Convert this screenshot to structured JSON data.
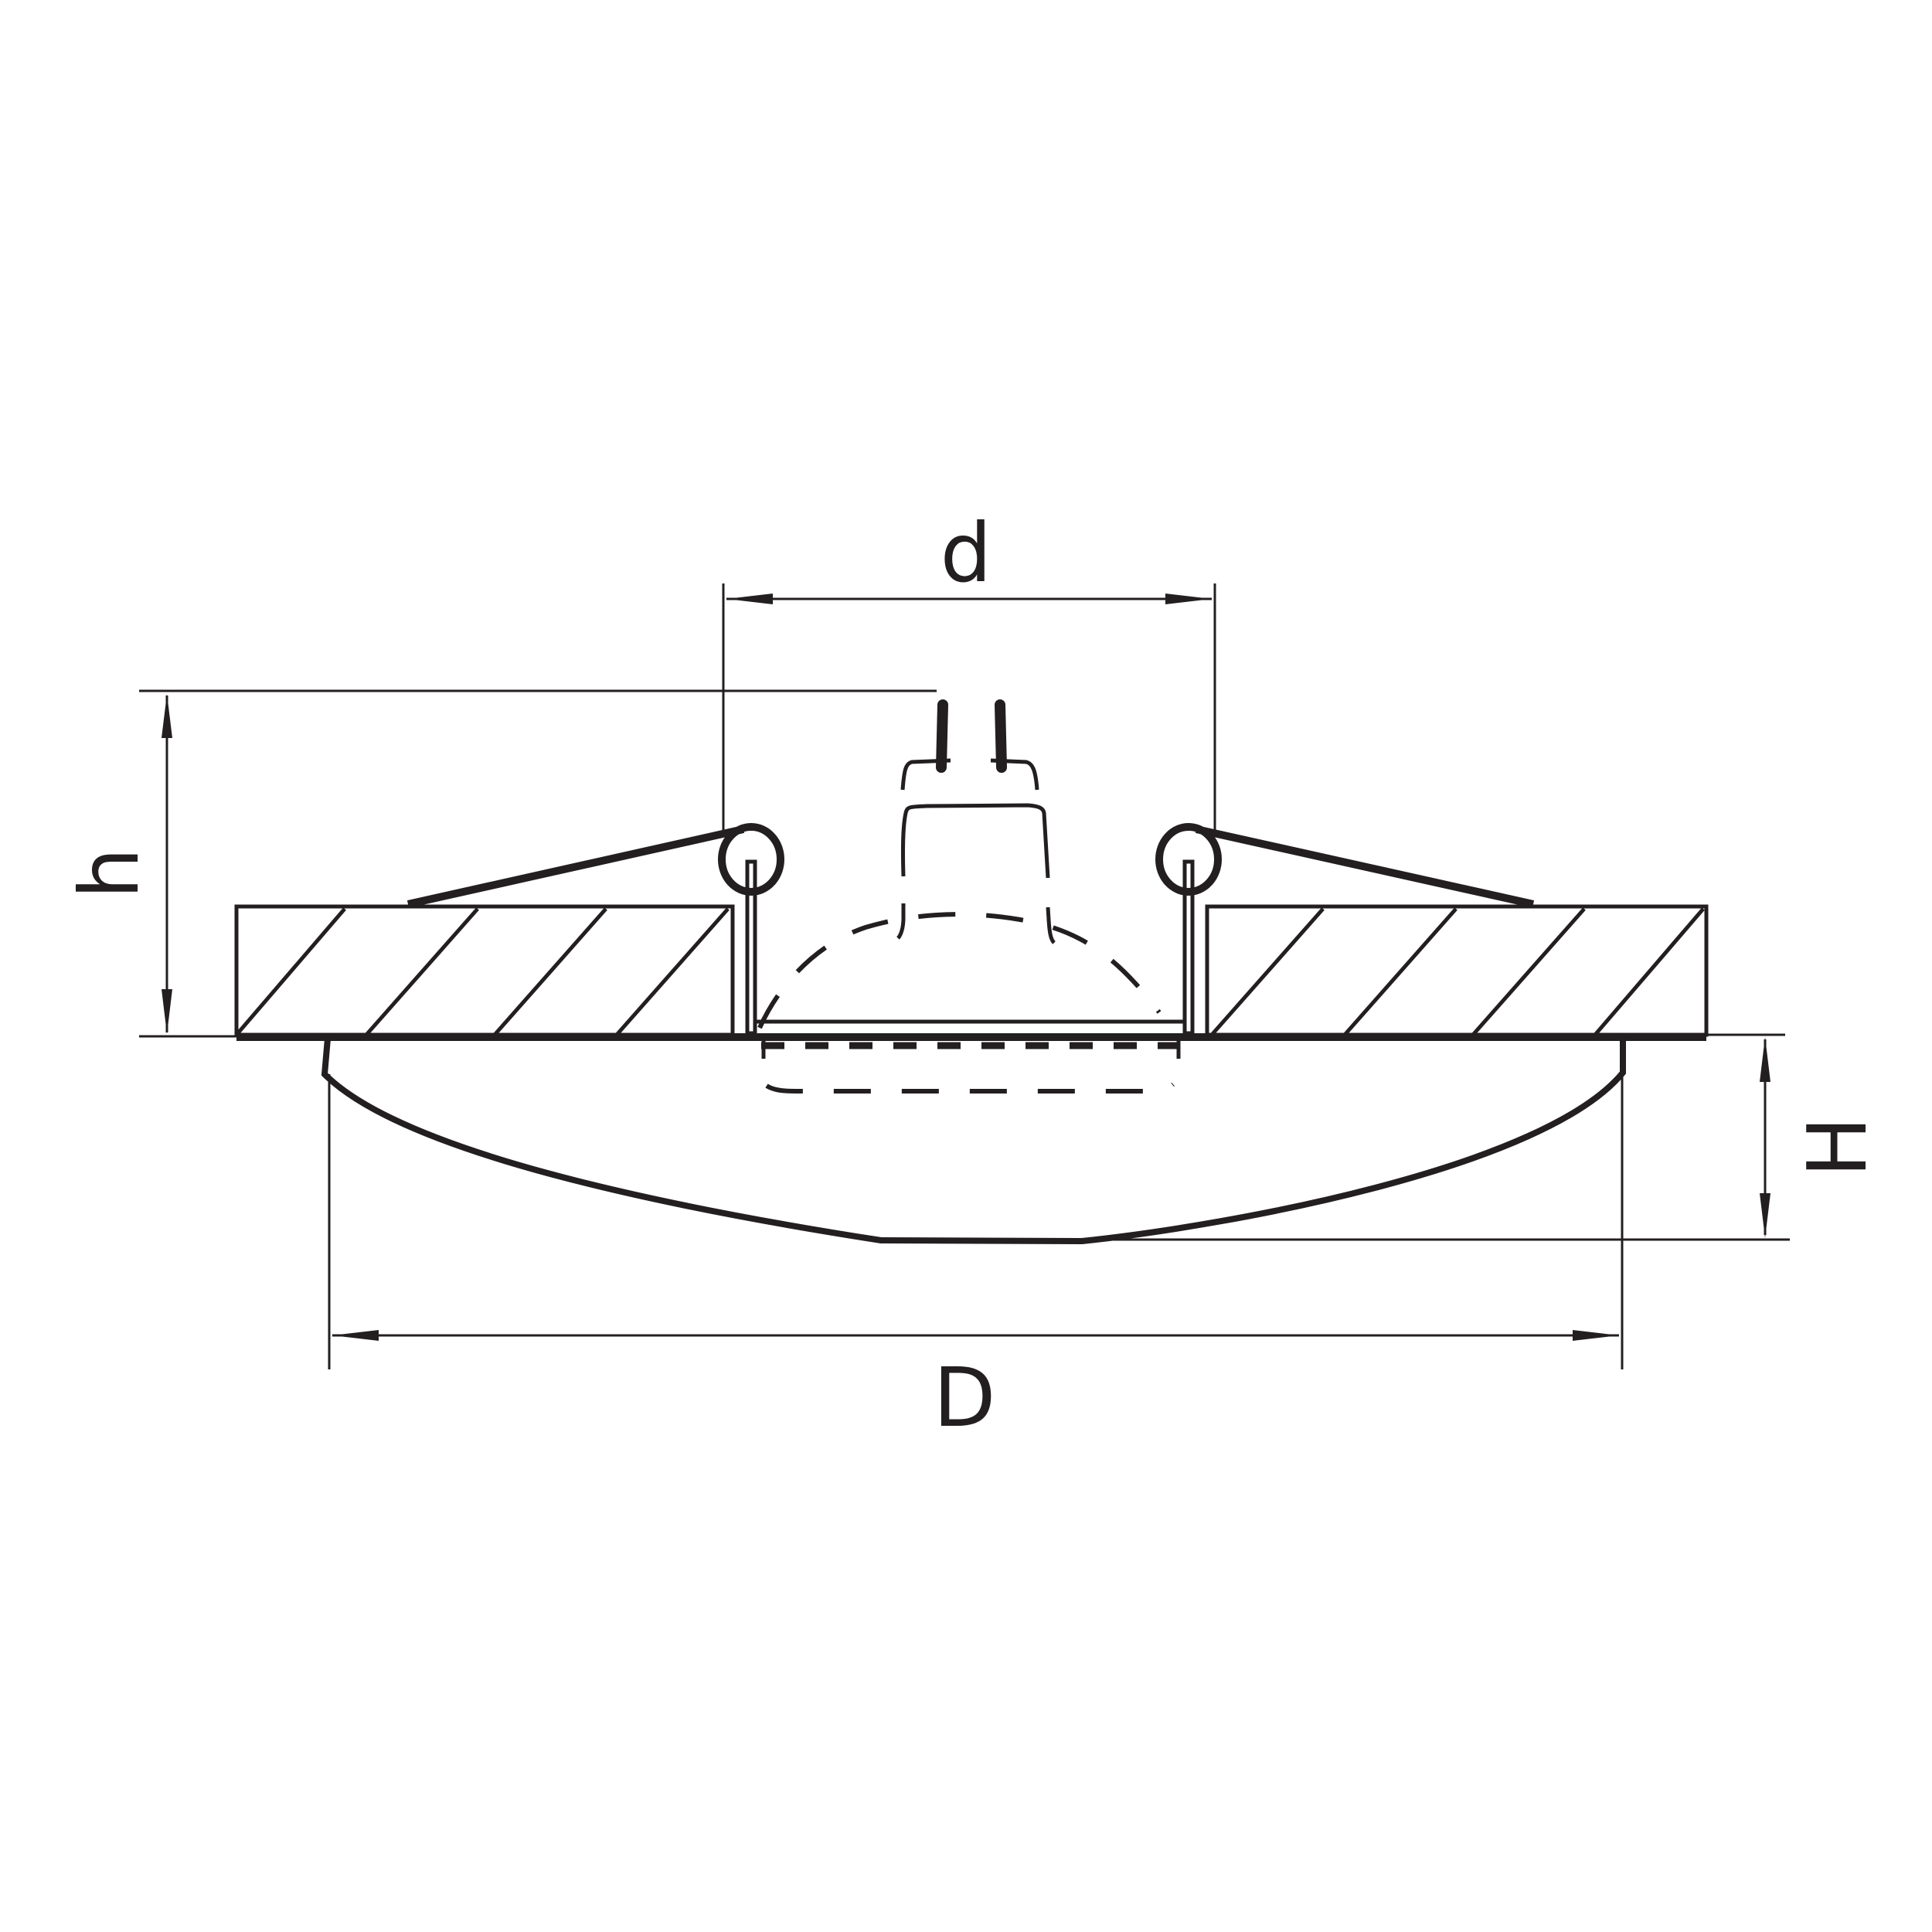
{
  "diagram": {
    "type": "technical-dimension-drawing",
    "subject": "recessed ceiling spotlight fixture (cross-section)",
    "colors": {
      "line": "#231f20",
      "background": "#ffffff"
    },
    "dimensions": {
      "d": {
        "label": "d",
        "meaning": "cut-out / inner diameter",
        "orientation": "horizontal"
      },
      "h": {
        "label": "h",
        "meaning": "recess height above ceiling",
        "orientation": "vertical"
      },
      "H": {
        "label": "H",
        "meaning": "visible height below ceiling",
        "orientation": "vertical"
      },
      "D": {
        "label": "D",
        "meaning": "outer diameter",
        "orientation": "horizontal"
      }
    },
    "parts": [
      "ceiling-panel-left",
      "ceiling-panel-right",
      "spring-clip-left",
      "spring-clip-right",
      "lamp-bulb-gu-pins",
      "lamp-reflector-dashed",
      "glass-diffuser-bowl",
      "mounting-ring"
    ]
  }
}
